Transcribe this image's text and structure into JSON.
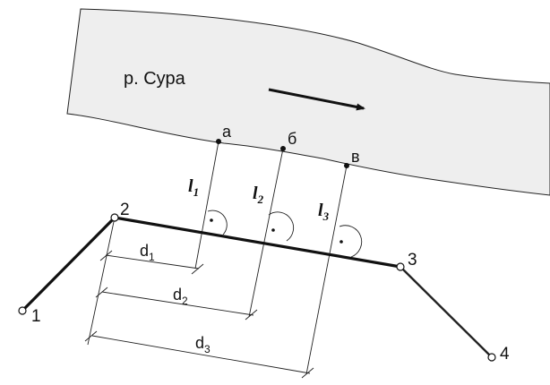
{
  "river": {
    "label": "р. Сура"
  },
  "shore_points": [
    {
      "id": "a",
      "label": "а"
    },
    {
      "id": "b",
      "label": "б"
    },
    {
      "id": "v",
      "label": "в"
    }
  ],
  "offsets": [
    {
      "id": "l1",
      "letter": "l",
      "index": "1"
    },
    {
      "id": "l2",
      "letter": "l",
      "index": "2"
    },
    {
      "id": "l3",
      "letter": "l",
      "index": "3"
    }
  ],
  "stations": [
    {
      "id": "s1",
      "label": "1"
    },
    {
      "id": "s2",
      "label": "2"
    },
    {
      "id": "s3",
      "label": "3"
    },
    {
      "id": "s4",
      "label": "4"
    }
  ],
  "dimensions": [
    {
      "id": "d1",
      "letter": "d",
      "index": "1"
    },
    {
      "id": "d2",
      "letter": "d",
      "index": "2"
    },
    {
      "id": "d3",
      "letter": "d",
      "index": "3"
    }
  ]
}
